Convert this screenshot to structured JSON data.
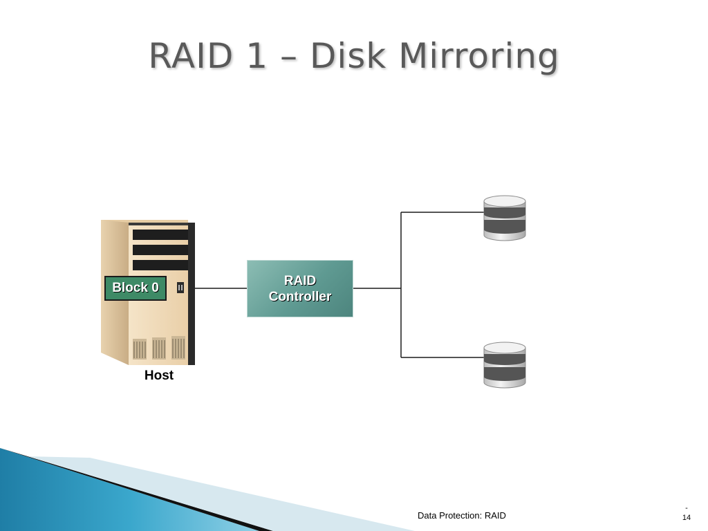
{
  "slide": {
    "title": "RAID 1 – Disk Mirroring",
    "footer": "Data Protection: RAID",
    "page_dash": "-",
    "page_number": "14"
  },
  "diagram": {
    "host_label": "Host",
    "block_label": "Block 0",
    "controller_label": "RAID\nController",
    "disks": [
      "disk-top",
      "disk-bottom"
    ]
  },
  "colors": {
    "title": "#595959",
    "block_fill": "#3e8a66",
    "controller_fill": "#6ea7a0",
    "accent_blue": "#2a8fb8"
  }
}
